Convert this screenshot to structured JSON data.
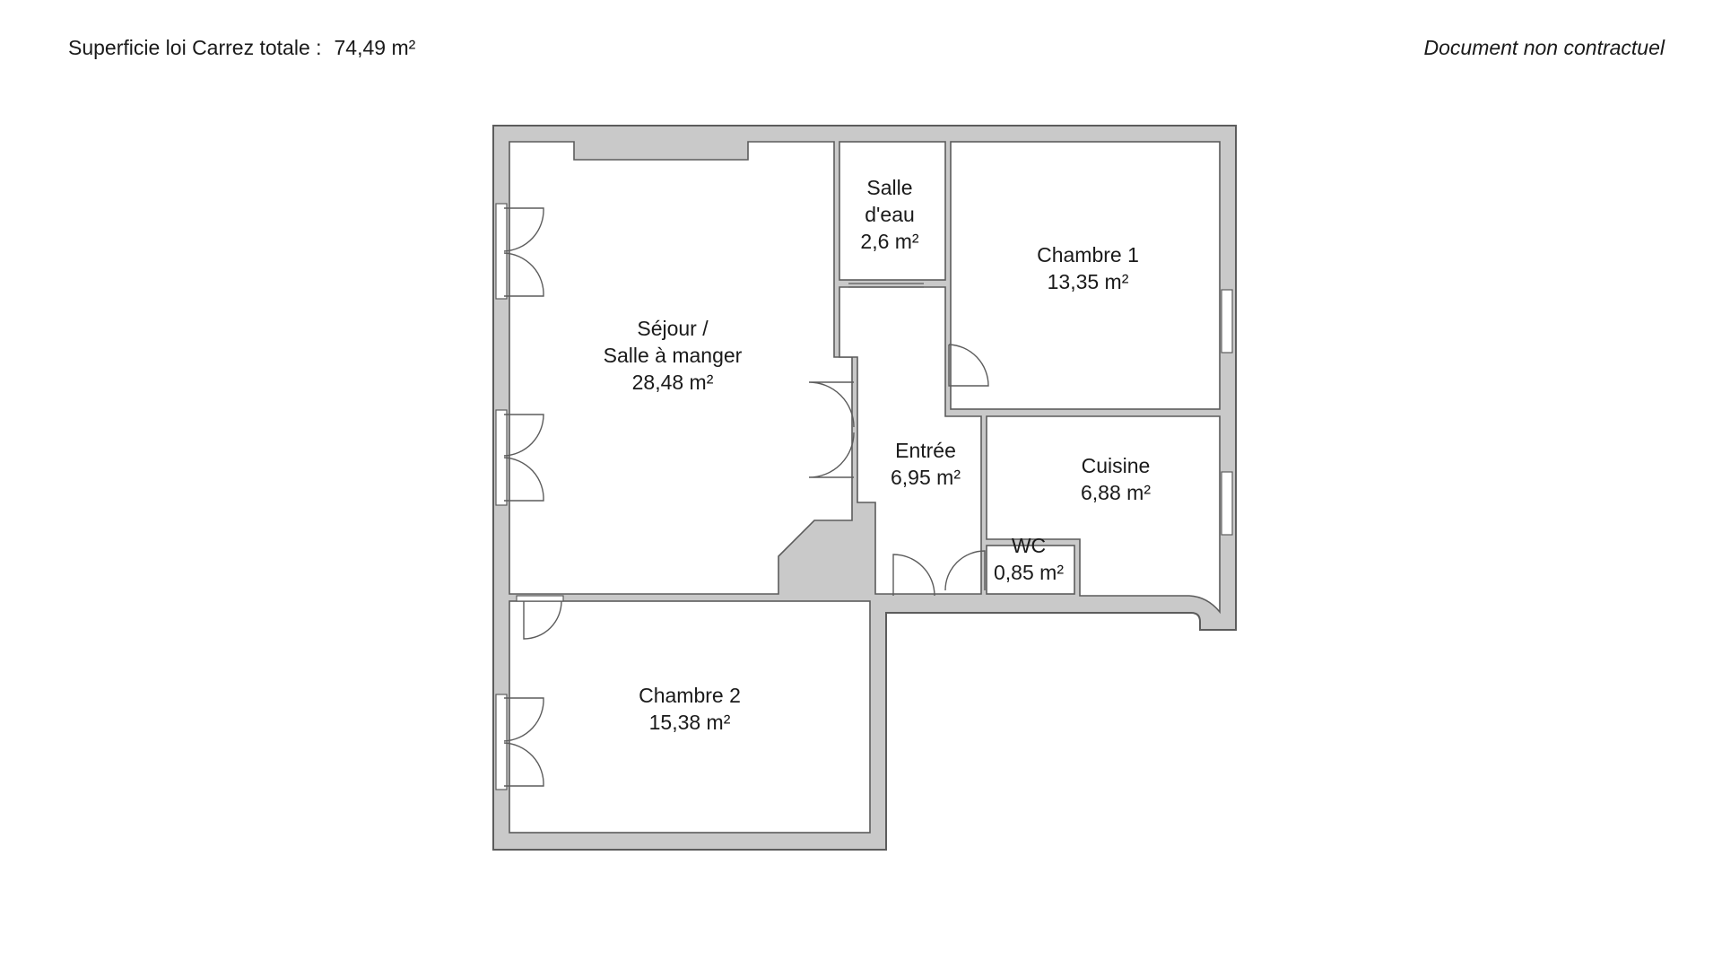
{
  "header": {
    "area_label": "Superficie loi Carrez totale :",
    "area_value": "74,49 m²",
    "disclaimer": "Document non contractuel"
  },
  "colors": {
    "wall_fill": "#c9c9c9",
    "wall_stroke": "#5c5c5c",
    "floor": "#ffffff",
    "text": "#1a1a1a"
  },
  "rooms": [
    {
      "id": "sejour",
      "lines": [
        "Séjour /",
        "Salle à manger",
        "28,48 m²"
      ]
    },
    {
      "id": "salle-eau",
      "lines": [
        "Salle",
        "d'eau",
        "2,6 m²"
      ]
    },
    {
      "id": "chambre-1",
      "lines": [
        "Chambre 1",
        "13,35 m²"
      ]
    },
    {
      "id": "entree",
      "lines": [
        "Entrée",
        "6,95 m²"
      ]
    },
    {
      "id": "cuisine",
      "lines": [
        "Cuisine",
        "6,88 m²"
      ]
    },
    {
      "id": "wc",
      "lines": [
        "WC",
        "0,85 m²"
      ]
    },
    {
      "id": "chambre-2",
      "lines": [
        "Chambre 2",
        "15,38 m²"
      ]
    }
  ]
}
